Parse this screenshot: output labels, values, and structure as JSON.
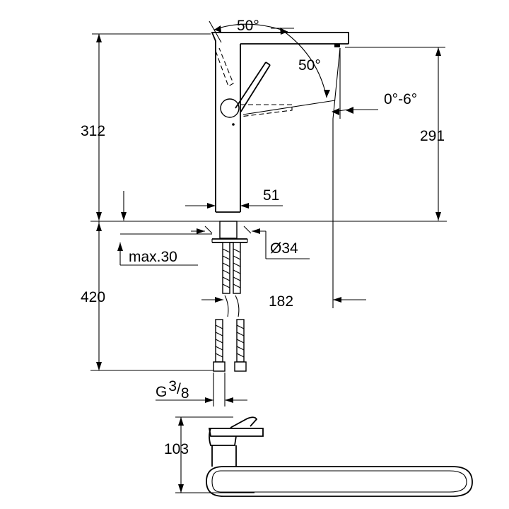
{
  "dimensions": {
    "angle_top": "50°",
    "angle_side": "50°",
    "spout_tilt": "0°-6°",
    "height_total": "312",
    "height_spout": "291",
    "body_width": "51",
    "hole_diameter": "Ø34",
    "max_thickness": "max.30",
    "hose_length": "420",
    "projection": "182",
    "thread_prefix": "G",
    "thread_num": "3",
    "thread_den": "8",
    "handle_height": "103"
  }
}
